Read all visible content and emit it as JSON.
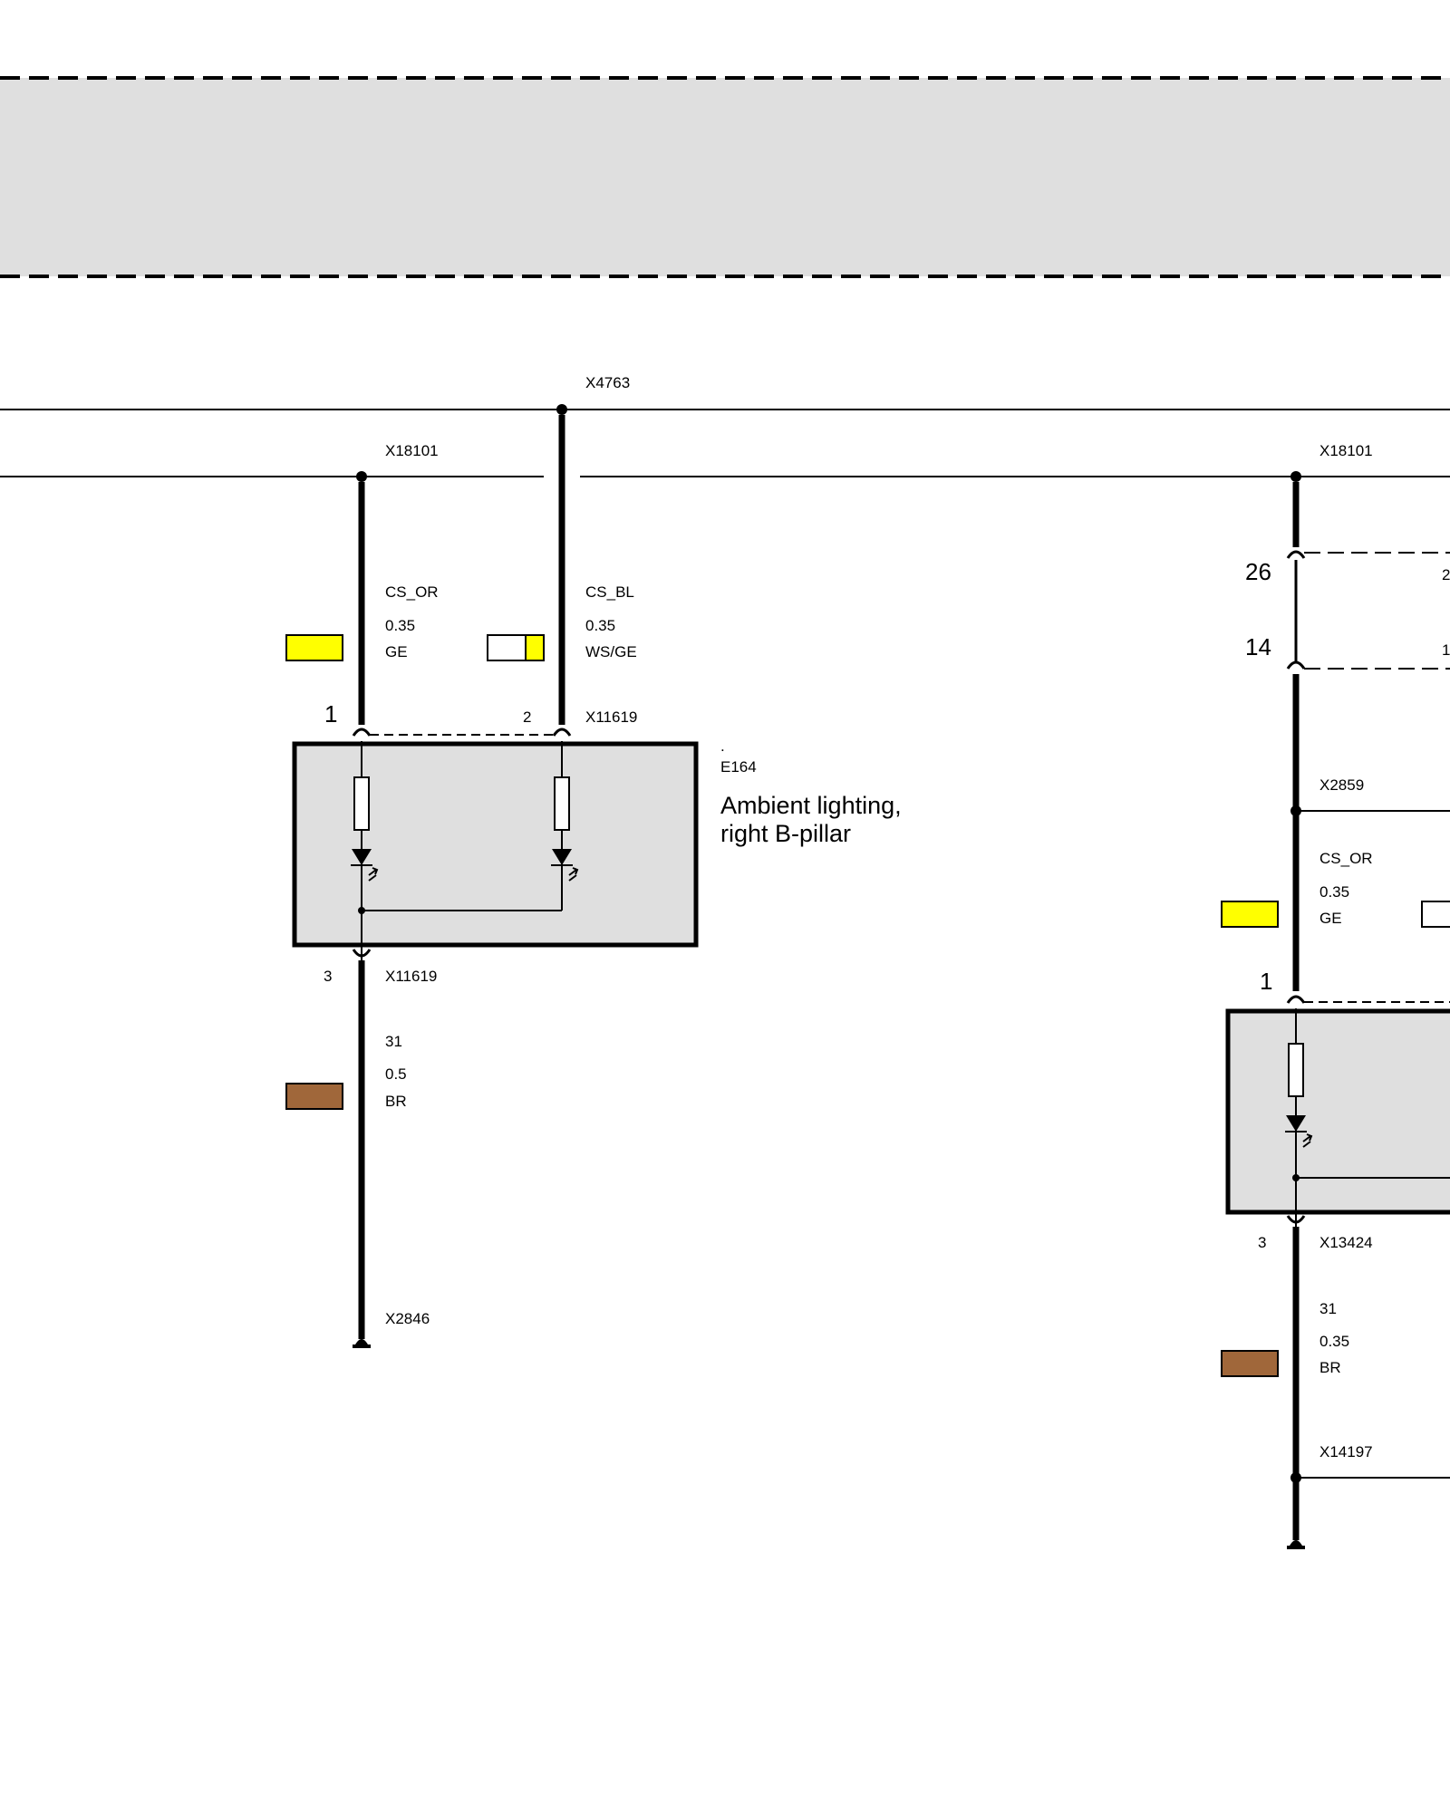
{
  "diagram": {
    "colors": {
      "background": "#ffffff",
      "component_fill": "#dfdfdf",
      "wire": "#000000",
      "yellow": "#ffff00",
      "brown": "#a0673a",
      "white": "#ffffff"
    },
    "connectors": {
      "top_bus": "X4763",
      "second_bus_left": "X18101",
      "second_bus_right": "X18101",
      "left_module_top": "X11619",
      "left_module_bottom": "X11619",
      "left_ground": "X2846",
      "right_splice": "X2859",
      "right_module_bottom": "X13424",
      "right_ground": "X14197"
    },
    "wires": {
      "left_cs_or": {
        "signal": "CS_OR",
        "gauge": "0.35",
        "color_code": "GE",
        "swatch": "yellow"
      },
      "left_cs_bl": {
        "signal": "CS_BL",
        "gauge": "0.35",
        "color_code": "WS/GE",
        "swatch": "white-yellow"
      },
      "left_ground": {
        "signal": "31",
        "gauge": "0.5",
        "color_code": "BR",
        "swatch": "brown"
      },
      "right_cs_or": {
        "signal": "CS_OR",
        "gauge": "0.35",
        "color_code": "GE",
        "swatch": "yellow"
      },
      "right_ground": {
        "signal": "31",
        "gauge": "0.35",
        "color_code": "BR",
        "swatch": "brown"
      }
    },
    "pins": {
      "left_pin1": "1",
      "left_pin2": "2",
      "left_pin3": "3",
      "right_pin26": "26",
      "right_pin14": "14",
      "right_pin1": "1",
      "right_pin3": "3",
      "right_pin_cut_top": "2",
      "right_pin_cut_bottom": "1"
    },
    "component": {
      "dot": ".",
      "id": "E164",
      "name_line1": "Ambient lighting,",
      "name_line2": "right B-pillar"
    }
  }
}
